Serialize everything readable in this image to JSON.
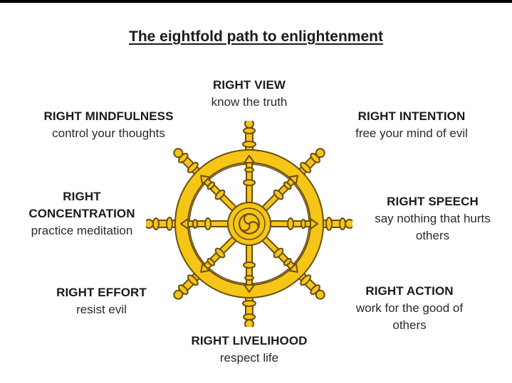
{
  "title": "The eightfold path to enlightenment",
  "colors": {
    "wheel_fill": "#f5c518",
    "wheel_stroke": "#6b4e0a",
    "text": "#1a1a1a",
    "background": "#ffffff"
  },
  "icon": "dharma-wheel-icon",
  "steps": {
    "view": {
      "name": "RIGHT VIEW",
      "desc": "know the truth"
    },
    "intention": {
      "name": "RIGHT INTENTION",
      "desc": "free your mind of evil"
    },
    "speech": {
      "name": "RIGHT SPEECH",
      "desc_line1": "say nothing that hurts",
      "desc_line2": "others"
    },
    "action": {
      "name": "RIGHT ACTION",
      "desc_line1": "work for the good of",
      "desc_line2": "others"
    },
    "livelihood": {
      "name": "RIGHT LIVELIHOOD",
      "desc": "respect life"
    },
    "effort": {
      "name": "RIGHT EFFORT",
      "desc": "resist evil"
    },
    "concentration": {
      "name_line1": "RIGHT",
      "name_line2": "CONCENTRATION",
      "desc": "practice meditation"
    },
    "mindfulness": {
      "name": "RIGHT MINDFULNESS",
      "desc": "control your thoughts"
    }
  }
}
